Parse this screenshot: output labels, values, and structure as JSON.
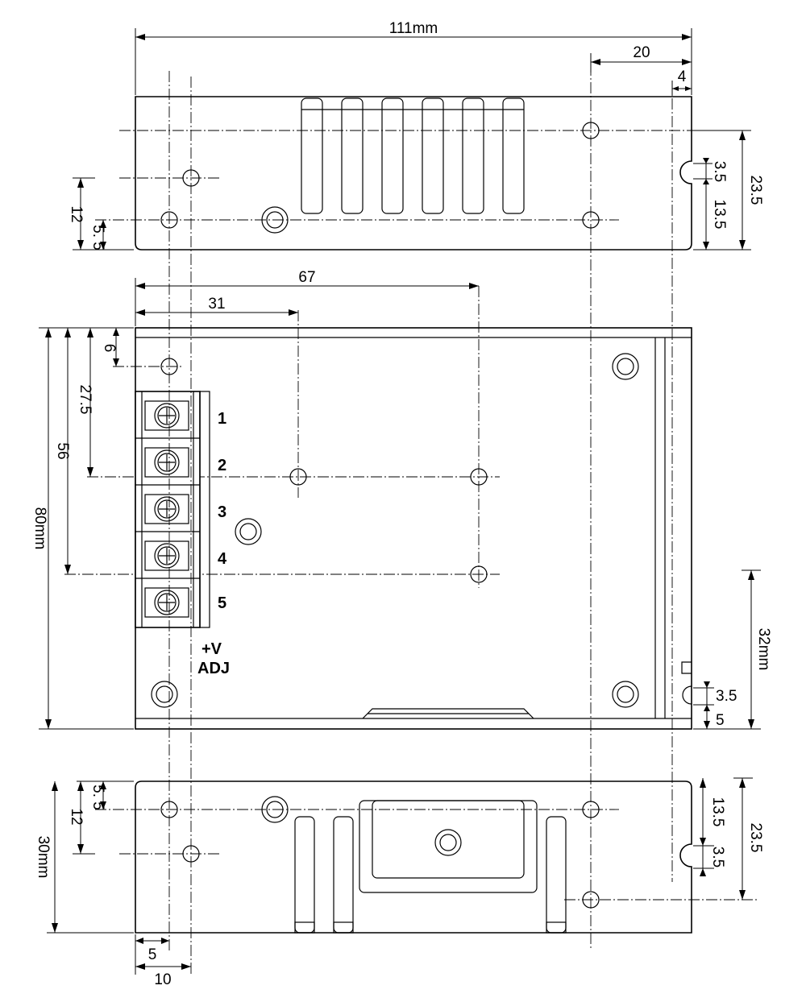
{
  "top_view": {
    "dim_overall_width": "111mm",
    "dim_hole_from_right": "20",
    "dim_slot_from_right": "4",
    "dim_height_right": "23.5",
    "dim_slot_width": "3.5",
    "dim_slot_to_hole": "13.5",
    "dim_left_12": "12",
    "dim_left_5_5": "5. 5"
  },
  "front_view": {
    "dim_67": "67",
    "dim_31": "31",
    "dim_depth": "80mm",
    "dim_56": "56",
    "dim_27_5": "27.5",
    "dim_6": "6",
    "dim_32": "32mm",
    "dim_slot": "3.5",
    "dim_5": "5",
    "terminals": [
      "1",
      "2",
      "3",
      "4",
      "5"
    ],
    "adj_plus": "+V",
    "adj_label": "ADJ"
  },
  "bottom_view": {
    "dim_5_5": "5. 5",
    "dim_12": "12",
    "dim_height": "30mm",
    "dim_13_5": "13.5",
    "dim_3_5": "3.5",
    "dim_23_5": "23.5",
    "dim_5": "5",
    "dim_10": "10"
  }
}
